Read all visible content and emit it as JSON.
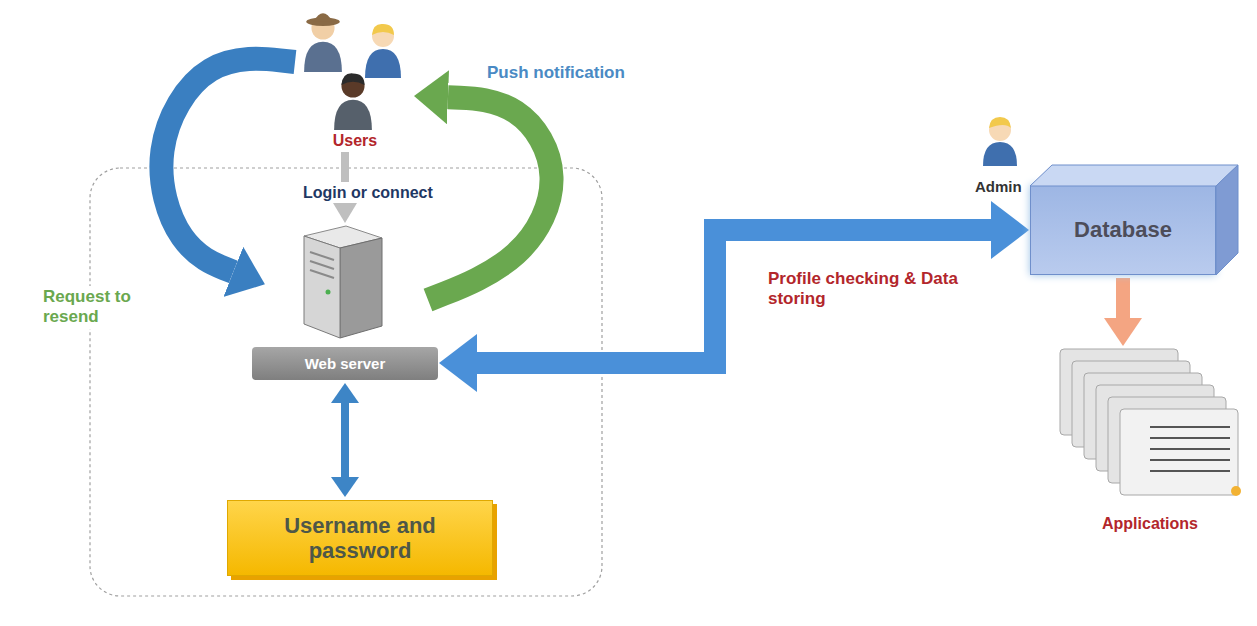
{
  "diagram": {
    "nodes": [
      {
        "text": [
          "Users"
        ]
      },
      {
        "text": [
          "Web server"
        ]
      },
      {
        "text": [
          "Username and password"
        ]
      },
      {
        "text": [
          "Database"
        ]
      },
      {
        "text": [
          "Applications"
        ]
      }
    ],
    "edges": [
      {
        "from": 0,
        "to": 1,
        "label": "Login or connect",
        "arrow": "to"
      },
      {
        "from": 0,
        "to": 1,
        "label": "Request to resend",
        "arrow": "to"
      },
      {
        "from": 1,
        "to": 0,
        "label": "Push notification",
        "arrow": "to"
      },
      {
        "from": 1,
        "to": 2,
        "arrow": "both"
      },
      {
        "from": 1,
        "to": 3,
        "label": "Profile checking & Data storing",
        "arrow": "both"
      },
      {
        "from": 3,
        "to": 4,
        "arrow": "to"
      }
    ],
    "labels": [
      "Admin"
    ]
  }
}
